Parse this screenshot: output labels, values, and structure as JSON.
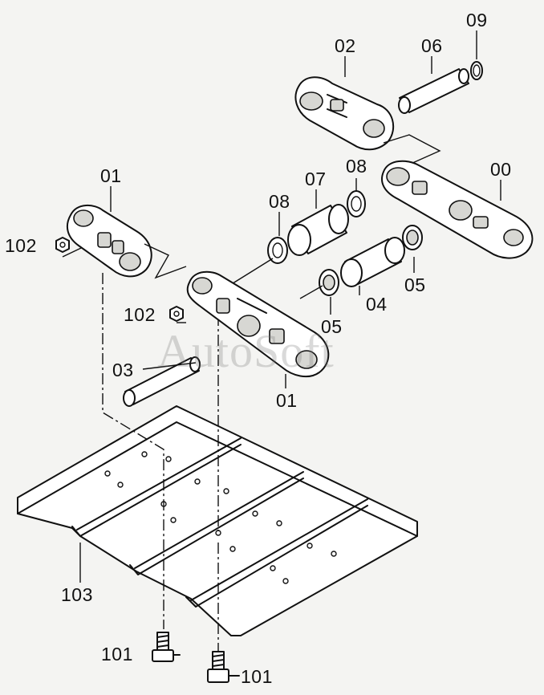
{
  "watermark": "AutoSoft",
  "callouts": {
    "c09": "09",
    "c02": "02",
    "c06": "06",
    "c00": "00",
    "c08_top": "08",
    "c07": "07",
    "c08_left": "08",
    "c01_top": "01",
    "c102_top": "102",
    "c102_mid": "102",
    "c05_right": "05",
    "c05_mid": "05",
    "c04": "04",
    "c03": "03",
    "c01_bottom": "01",
    "c103": "103",
    "c101_left": "101",
    "c101_right": "101"
  }
}
